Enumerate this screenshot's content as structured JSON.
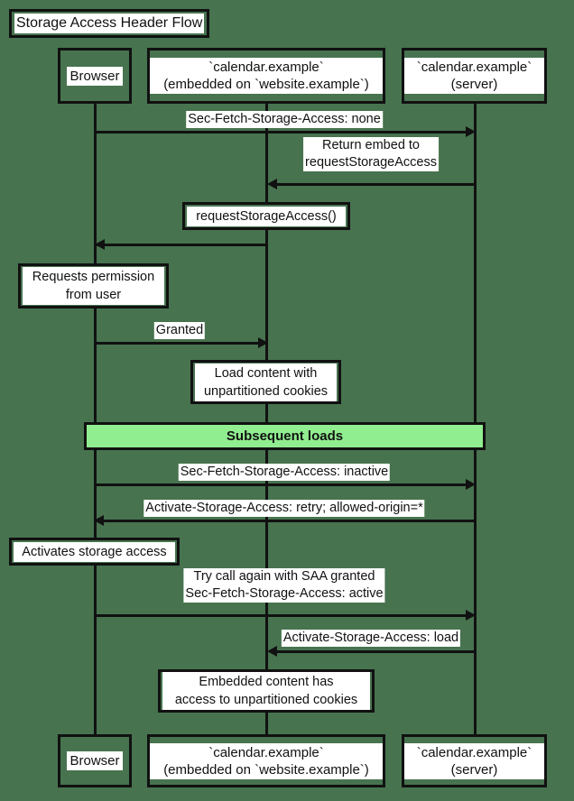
{
  "diagram": {
    "title": "Storage Access Header Flow",
    "type": "sequence-diagram",
    "background_color": "#47734f",
    "line_color": "#111111",
    "label_background": "#ffffff",
    "section_color": "#90ee90"
  },
  "participants": [
    {
      "id": "browser",
      "label": "Browser"
    },
    {
      "id": "embedded",
      "label": "`calendar.example`\n(embedded on `website.example`)"
    },
    {
      "id": "server",
      "label": "`calendar.example`\n(server)"
    }
  ],
  "section": {
    "label": "Subsequent loads",
    "color": "#90ee90"
  },
  "messages": [
    {
      "id": "m1",
      "from": "browser",
      "to": "server",
      "label": "Sec-Fetch-Storage-Access: none",
      "direction": "right"
    },
    {
      "id": "m2",
      "from": "server",
      "to": "embedded",
      "label": "Return embed to\nrequestStorageAccess",
      "direction": "left"
    },
    {
      "id": "m3",
      "from": "embedded",
      "to": "browser",
      "label": "",
      "direction": "left"
    },
    {
      "id": "m4",
      "from": "browser",
      "to": "embedded",
      "label": "Granted",
      "direction": "right"
    },
    {
      "id": "m5",
      "from": "browser",
      "to": "server",
      "label": "Sec-Fetch-Storage-Access: inactive",
      "direction": "right"
    },
    {
      "id": "m6",
      "from": "server",
      "to": "browser",
      "label": "Activate-Storage-Access: retry; allowed-origin=*",
      "direction": "left"
    },
    {
      "id": "m7",
      "from": "browser",
      "to": "server",
      "label": "Try call again with SAA granted\nSec-Fetch-Storage-Access: active",
      "direction": "right"
    },
    {
      "id": "m8",
      "from": "server",
      "to": "embedded",
      "label": "Activate-Storage-Access: load",
      "direction": "left"
    }
  ],
  "notes": [
    {
      "id": "n1",
      "over": "embedded",
      "text": "requestStorageAccess()"
    },
    {
      "id": "n2",
      "over": "browser",
      "text": "Requests permission\nfrom user"
    },
    {
      "id": "n3",
      "over": "embedded",
      "text": "Load content with\nunpartitioned cookies"
    },
    {
      "id": "n4",
      "over": "browser",
      "text": "Activates storage access"
    },
    {
      "id": "n5",
      "over": "embedded",
      "text": "Embedded content has\naccess to unpartitioned cookies"
    }
  ]
}
